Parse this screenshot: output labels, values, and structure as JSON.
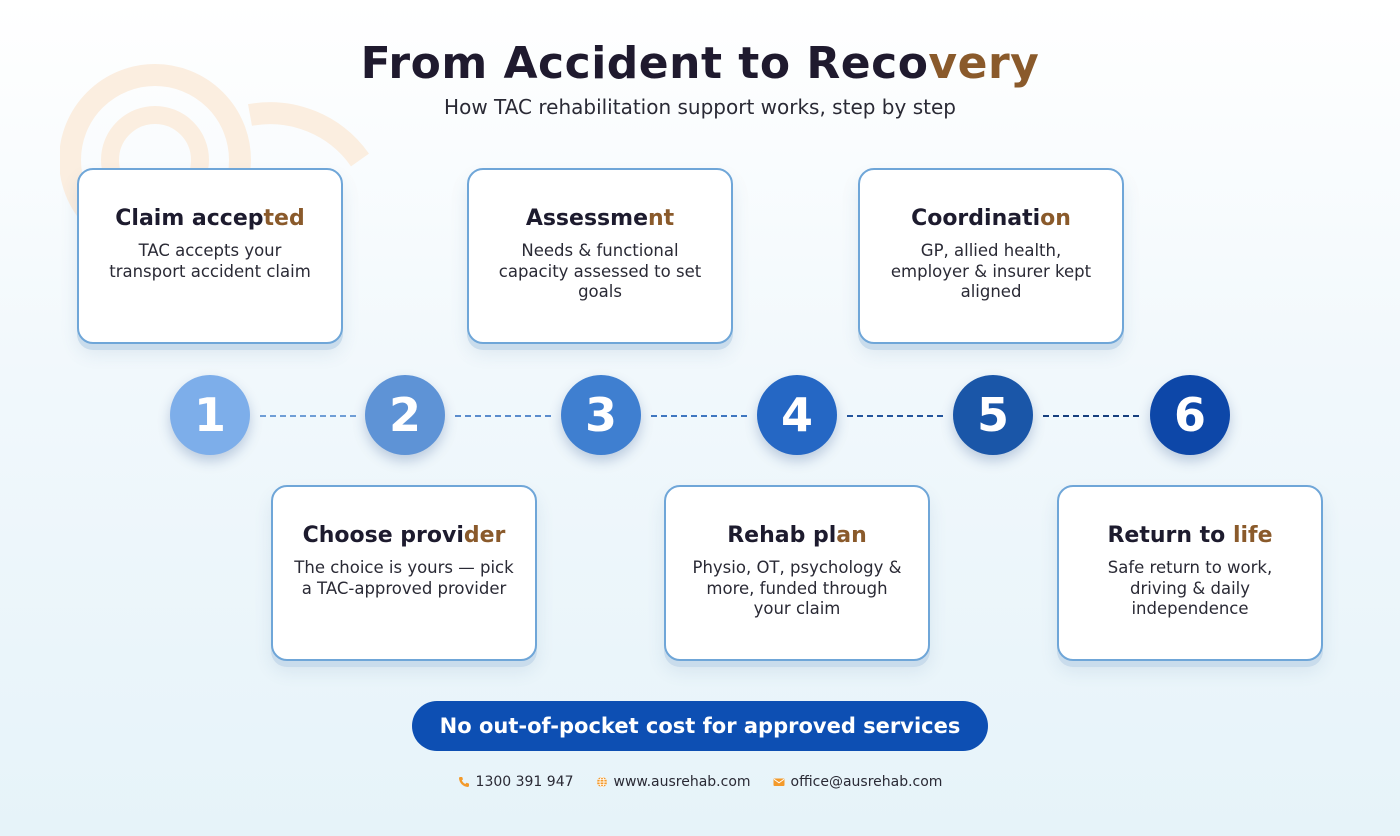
{
  "header": {
    "title_main": "From Accident to Reco",
    "title_accent": "very",
    "subtitle": "How TAC rehabilitation support works, step by step"
  },
  "steps": [
    {
      "number": "1",
      "title_main": "Claim accep",
      "title_accent": "ted",
      "description": "TAC accepts your transport accident claim",
      "color": "#7daeea"
    },
    {
      "number": "2",
      "title_main": "Choose provi",
      "title_accent": "der",
      "description": "The choice is yours — pick a TAC-approved provider",
      "color": "#5e93d6"
    },
    {
      "number": "3",
      "title_main": "Assessme",
      "title_accent": "nt",
      "description": "Needs & functional capacity assessed to set goals",
      "color": "#3f7fd0"
    },
    {
      "number": "4",
      "title_main": "Rehab pl",
      "title_accent": "an",
      "description": "Physio, OT, psychology & more, funded through your claim",
      "color": "#2567c4"
    },
    {
      "number": "5",
      "title_main": "Coordinati",
      "title_accent": "on",
      "description": "GP, allied health, employer & insurer kept aligned",
      "color": "#1a56a8"
    },
    {
      "number": "6",
      "title_main": "Return to ",
      "title_accent": "life",
      "description": "Safe return to work, driving & daily independence",
      "color": "#0d47a8"
    }
  ],
  "banner": {
    "label": "No out-of-pocket cost for approved services"
  },
  "footer": {
    "phone": "1300 391 947",
    "website": "www.ausrehab.com",
    "email": "office@ausrehab.com",
    "icon_color": "#f39a2b"
  },
  "colors": {
    "accent": "#8a5a2b",
    "card_border": "#6fa6d8",
    "banner": "#0d4fb3"
  }
}
